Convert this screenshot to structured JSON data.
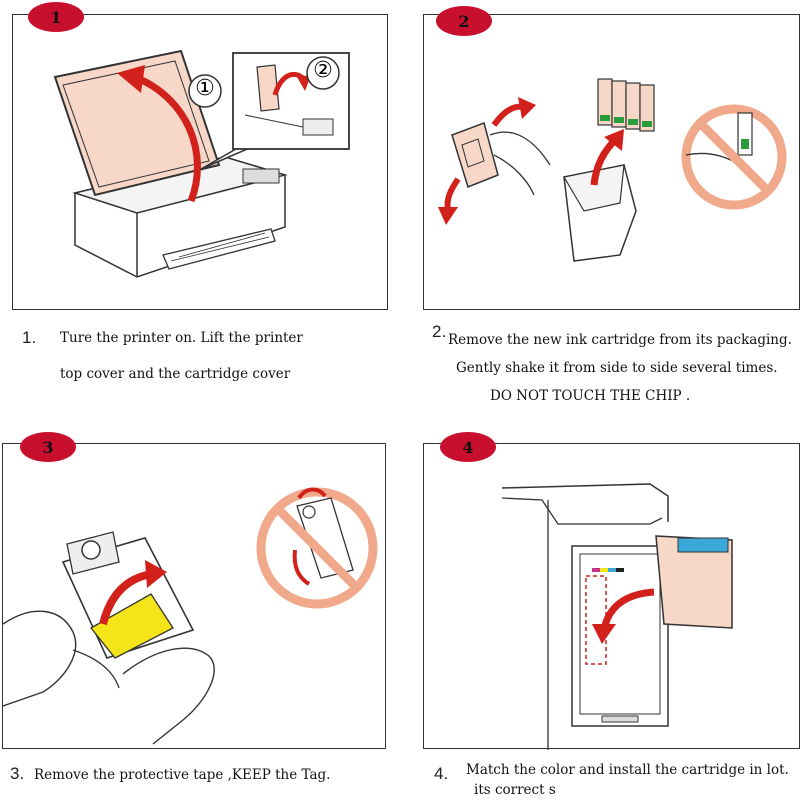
{
  "steps": [
    {
      "badge": "1",
      "number": "1.",
      "lines": [
        "Ture the printer on. Lift the printer",
        "top cover and the cartridge cover"
      ],
      "callouts": [
        "①",
        "②"
      ]
    },
    {
      "badge": "2",
      "number": "2.",
      "lines": [
        "Remove the new ink cartridge from its packaging.",
        "Gently shake it from side to side several times.",
        "DO NOT TOUCH THE CHIP ."
      ]
    },
    {
      "badge": "3",
      "number": "3.",
      "lines": [
        "Remove the protective tape ,KEEP the Tag."
      ]
    },
    {
      "badge": "4",
      "number": "4.",
      "lines": [
        "Match the color and install the cartridge in lot.",
        "its correct s"
      ]
    }
  ],
  "colors": {
    "badge": "#c8102e",
    "arrow": "#d2201a",
    "prohibit": "#f0a98a",
    "cover_tint": "#f6d7c8",
    "tape": "#f3e51a",
    "cartridge_cyan": "#3aa8d8"
  },
  "icons": [
    "printer-illustration",
    "cartridge-illustration",
    "no-touch-chip-icon",
    "no-touch-icon",
    "curved-arrow-icon"
  ]
}
